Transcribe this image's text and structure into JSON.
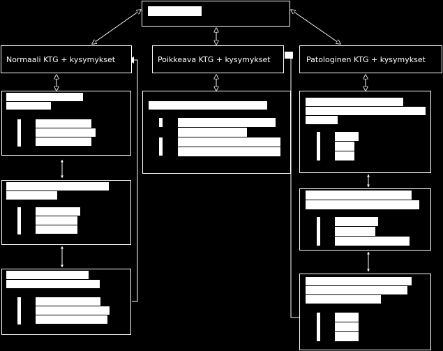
{
  "diagram": {
    "top_box": {
      "label": ""
    },
    "columns": [
      {
        "id": "normal",
        "title": "Normaali KTG + kysymykset"
      },
      {
        "id": "abnormal",
        "title": "Poikkeava KTG + kysymykset"
      },
      {
        "id": "pathologic",
        "title": "Patologinen KTG + kysymykset"
      }
    ]
  }
}
